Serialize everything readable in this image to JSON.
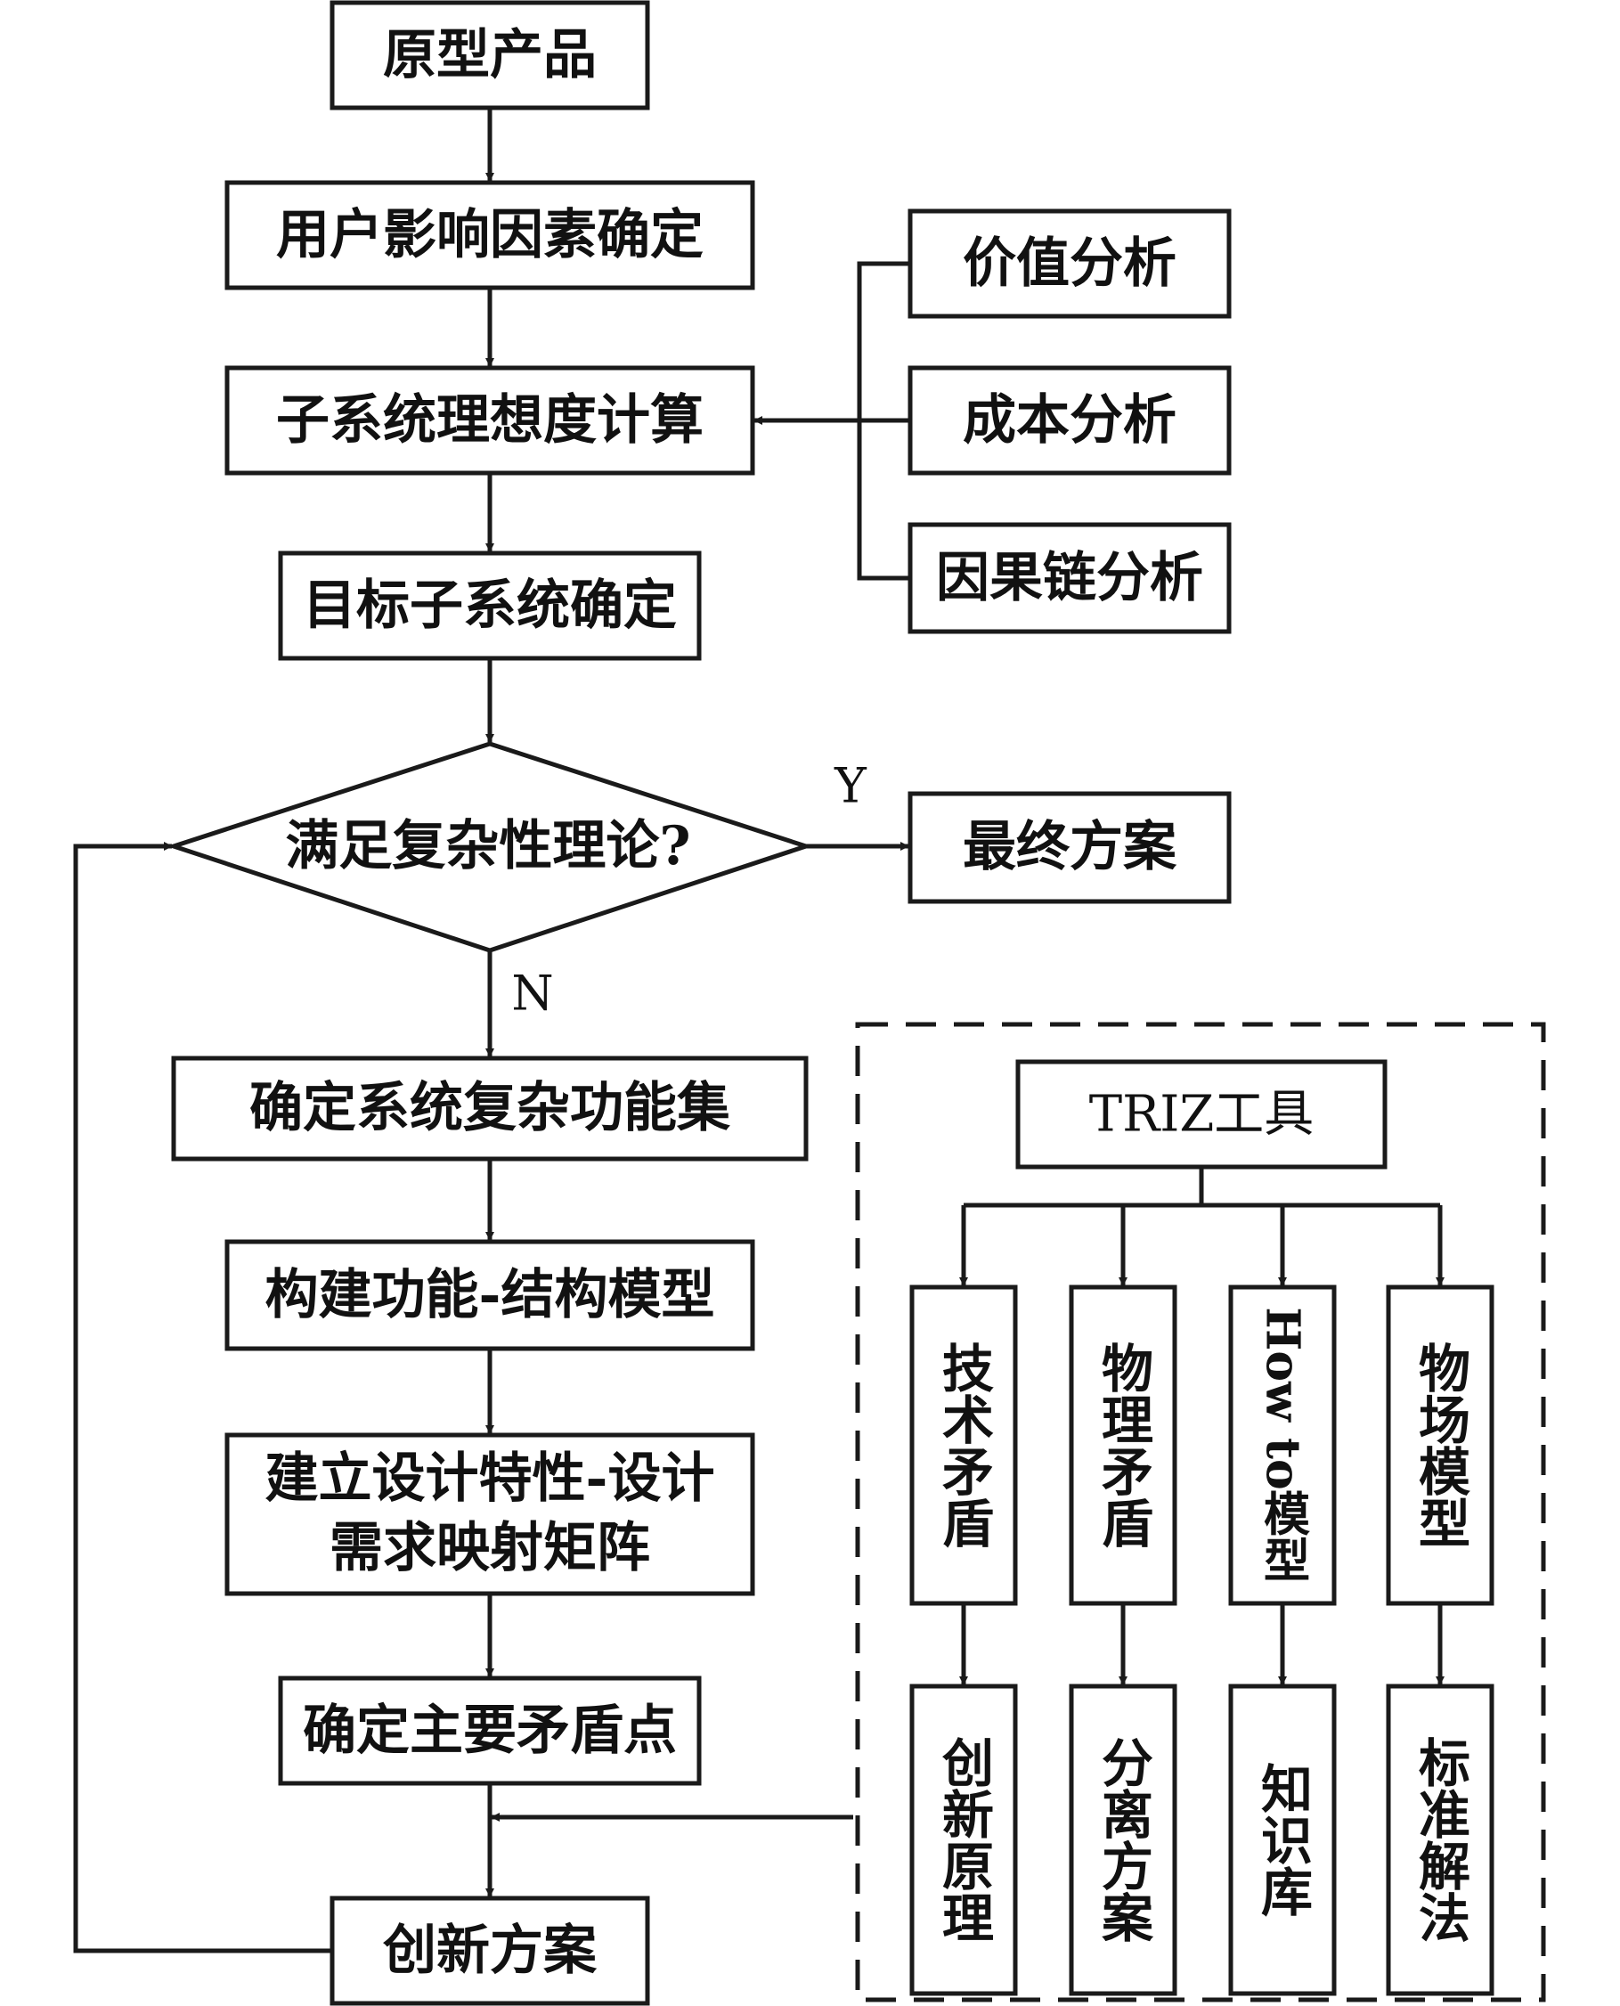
{
  "main_flow": {
    "prototype": "原型产品",
    "user_factors": "用户影响因素确定",
    "ideality_calc": "子系统理想度计算",
    "target_subsystem": "目标子系统确定",
    "decision": "满足复杂性理论?",
    "yes_label": "Y",
    "no_label": "N",
    "final_solution": "最终方案",
    "complex_functions": "确定系统复杂功能集",
    "function_structure": "构建功能-结构模型",
    "mapping_matrix_line1": "建立设计特性-设计",
    "mapping_matrix_line2": "需求映射矩阵",
    "main_contradiction": "确定主要矛盾点",
    "innovation_solution": "创新方案"
  },
  "analysis": {
    "value": "价值分析",
    "cost": "成本分析",
    "causal_chain": "因果链分析"
  },
  "triz": {
    "title": "TRIZ工具",
    "tools": [
      {
        "name": "技术矛盾",
        "result": "创新原理"
      },
      {
        "name": "物理矛盾",
        "result": "分离方案"
      },
      {
        "name": "How to模型",
        "result": "知识库"
      },
      {
        "name": "物场模型",
        "result": "标准解法"
      }
    ]
  }
}
